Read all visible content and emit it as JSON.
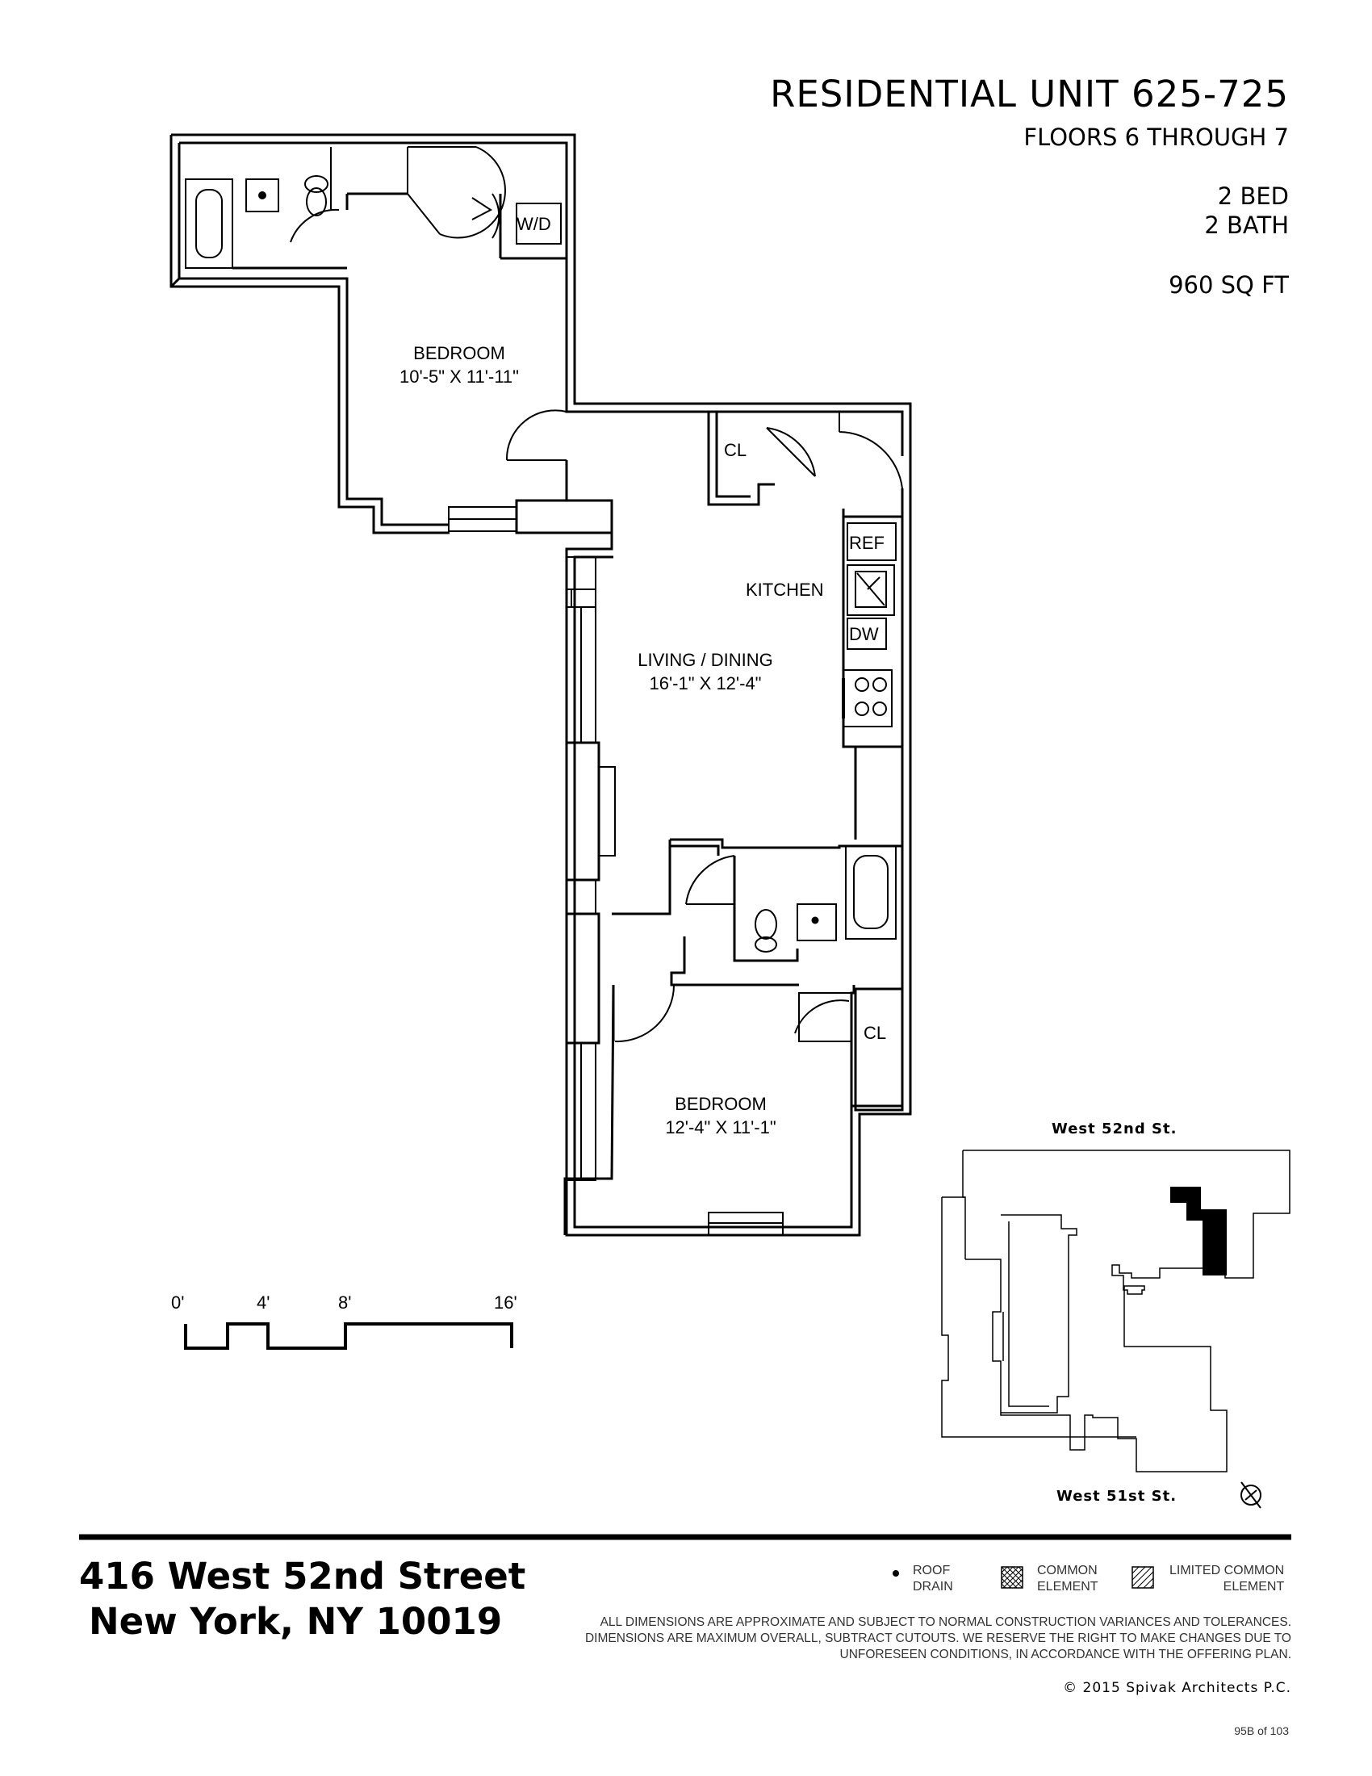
{
  "header": {
    "unit_title": "RESIDENTIAL UNIT 625-725",
    "floors": "FLOORS 6 THROUGH 7",
    "beds": "2 BED",
    "baths": "2 BATH",
    "sqft": "960 SQ FT"
  },
  "rooms": {
    "bedroom1_name": "BEDROOM",
    "bedroom1_dims": "10'-5\" X 11'-11\"",
    "washer_dryer": "W/D",
    "closet_upper": "CL",
    "refrigerator": "REF",
    "kitchen": "KITCHEN",
    "dishwasher": "DW",
    "living_name": "LIVING / DINING",
    "living_dims": "16'-1\" X 12'-4\"",
    "closet_lower": "CL",
    "bedroom2_name": "BEDROOM",
    "bedroom2_dims": "12'-4\" X 11'-1\""
  },
  "scale": {
    "tick0": "0'",
    "tick4": "4'",
    "tick8": "8'",
    "tick16": "16'"
  },
  "key_plan": {
    "north_street": "West 52nd St.",
    "south_street": "West 51st St."
  },
  "address": {
    "line1": "416 West 52nd Street",
    "line2": "New York, NY 10019"
  },
  "legend": {
    "roof_drain": "ROOF\nDRAIN",
    "common_element": "COMMON\nELEMENT",
    "limited_common": "LIMITED COMMON\nELEMENT"
  },
  "disclaimer": "ALL DIMENSIONS ARE APPROXIMATE AND SUBJECT TO NORMAL CONSTRUCTION VARIANCES AND TOLERANCES. DIMENSIONS ARE MAXIMUM OVERALL, SUBTRACT CUTOUTS. WE RESERVE THE RIGHT TO MAKE CHANGES DUE TO UNFORESEEN CONDITIONS, IN ACCORDANCE WITH THE OFFERING PLAN.",
  "copyright": "©  2015 Spivak Architects P.C.",
  "page_number": "95B of 103"
}
